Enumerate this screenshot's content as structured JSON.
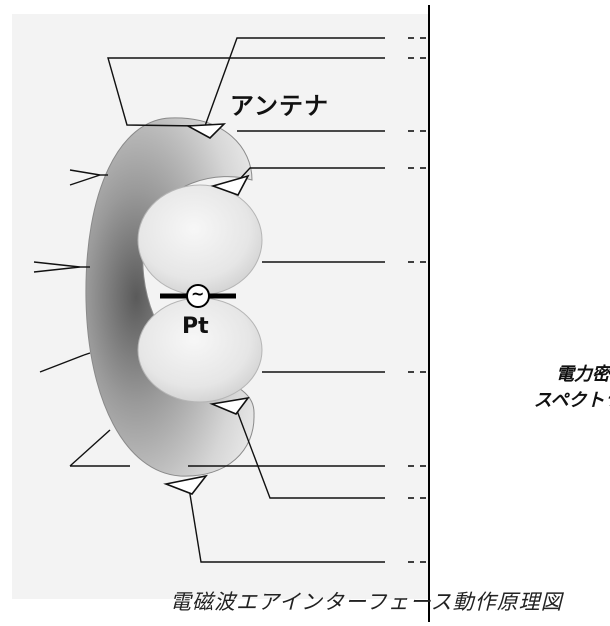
{
  "diagram": {
    "antenna_label": "アンテナ",
    "source_symbol": "~",
    "source_label": "Pt",
    "right_label_line1": "電力密",
    "right_label_line2": "スペクトラム",
    "caption": "電磁波エアインターフェース動作原理図"
  }
}
